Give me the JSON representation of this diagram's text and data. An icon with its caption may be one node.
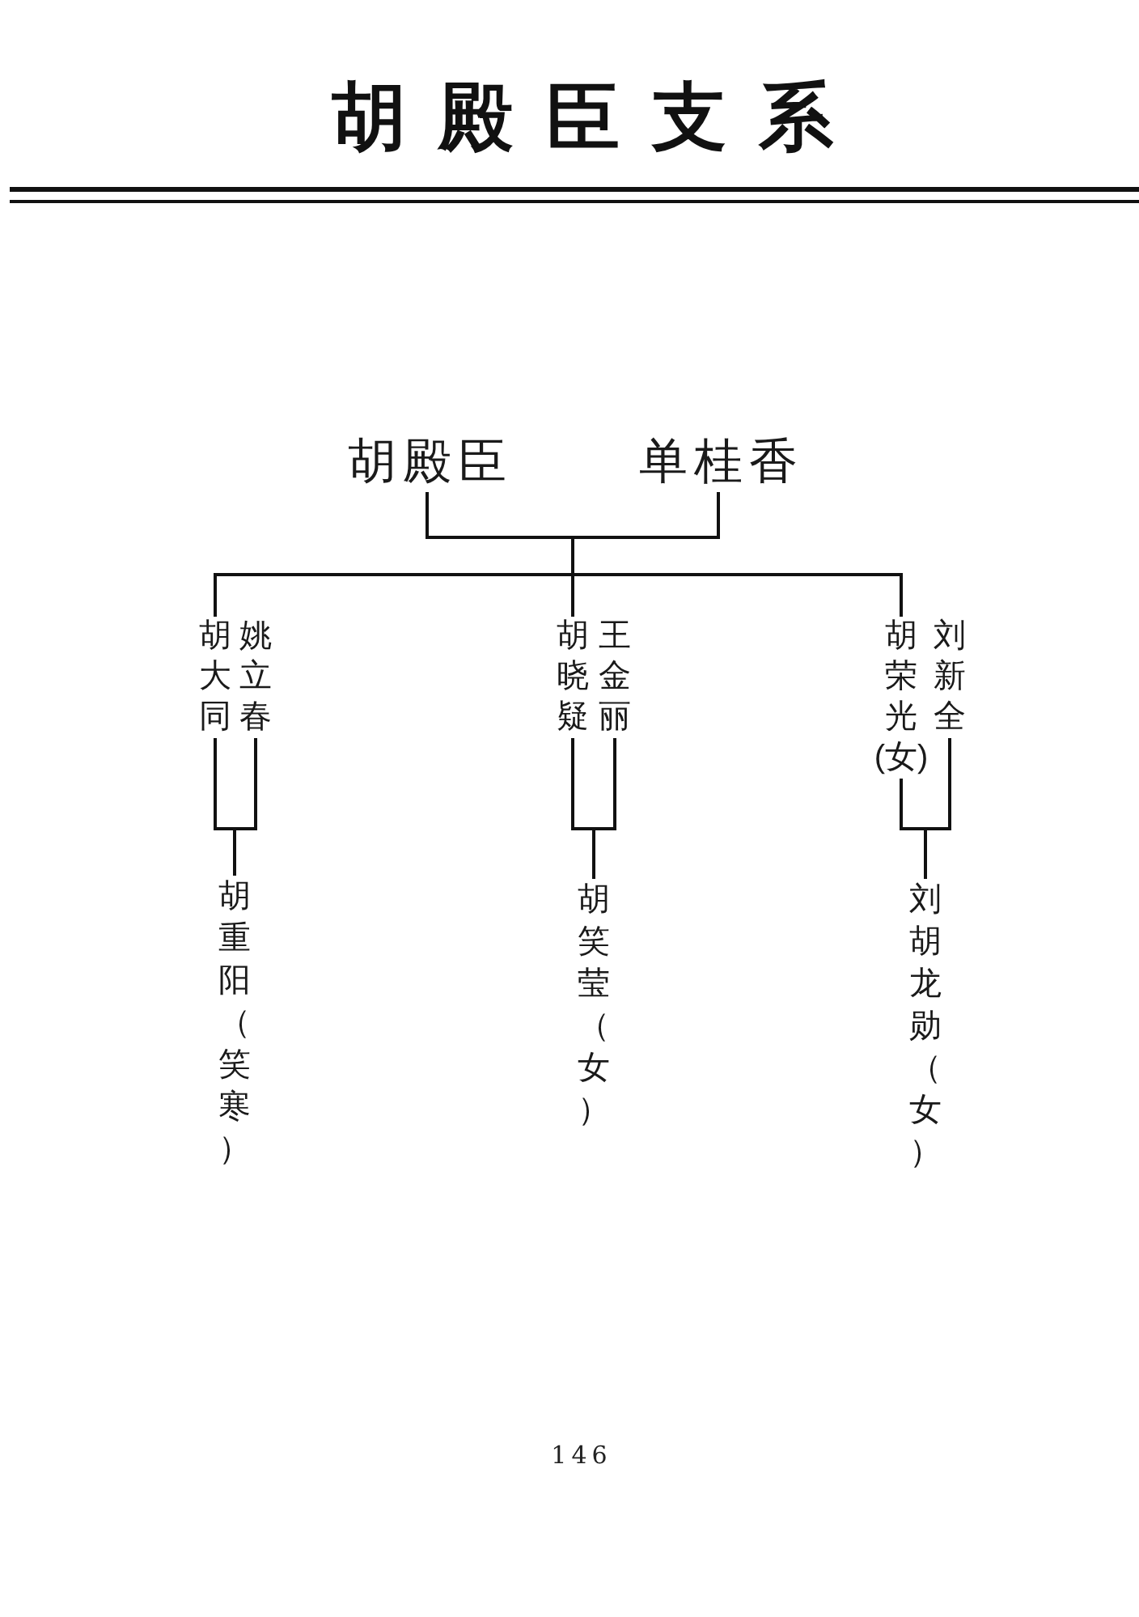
{
  "diagram": {
    "title": "胡殿臣支系",
    "nodes": [
      {
        "text": [
          "胡殿臣"
        ]
      },
      {
        "text": [
          "单桂香"
        ]
      },
      {
        "text": [
          "胡大同"
        ]
      },
      {
        "text": [
          "姚立春"
        ]
      },
      {
        "text": [
          "胡晓疑"
        ]
      },
      {
        "text": [
          "王金丽"
        ]
      },
      {
        "text": [
          "胡荣光(女)"
        ]
      },
      {
        "text": [
          "刘新全"
        ]
      },
      {
        "text": [
          "胡重阳（笑寒）"
        ]
      },
      {
        "text": [
          "胡笑莹（女）"
        ]
      },
      {
        "text": [
          "刘胡龙勋（女）"
        ]
      }
    ],
    "edges": [
      {
        "from": 0,
        "to": 2,
        "arrow": "none"
      },
      {
        "from": 1,
        "to": 2,
        "arrow": "none"
      },
      {
        "from": 0,
        "to": 4,
        "arrow": "none"
      },
      {
        "from": 1,
        "to": 4,
        "arrow": "none"
      },
      {
        "from": 0,
        "to": 6,
        "arrow": "none"
      },
      {
        "from": 1,
        "to": 6,
        "arrow": "none"
      },
      {
        "from": 2,
        "to": 8,
        "arrow": "none"
      },
      {
        "from": 3,
        "to": 8,
        "arrow": "none"
      },
      {
        "from": 4,
        "to": 9,
        "arrow": "none"
      },
      {
        "from": 5,
        "to": 9,
        "arrow": "none"
      },
      {
        "from": 6,
        "to": 10,
        "arrow": "none"
      },
      {
        "from": 7,
        "to": 10,
        "arrow": "none"
      }
    ],
    "labels": [
      "146"
    ]
  }
}
